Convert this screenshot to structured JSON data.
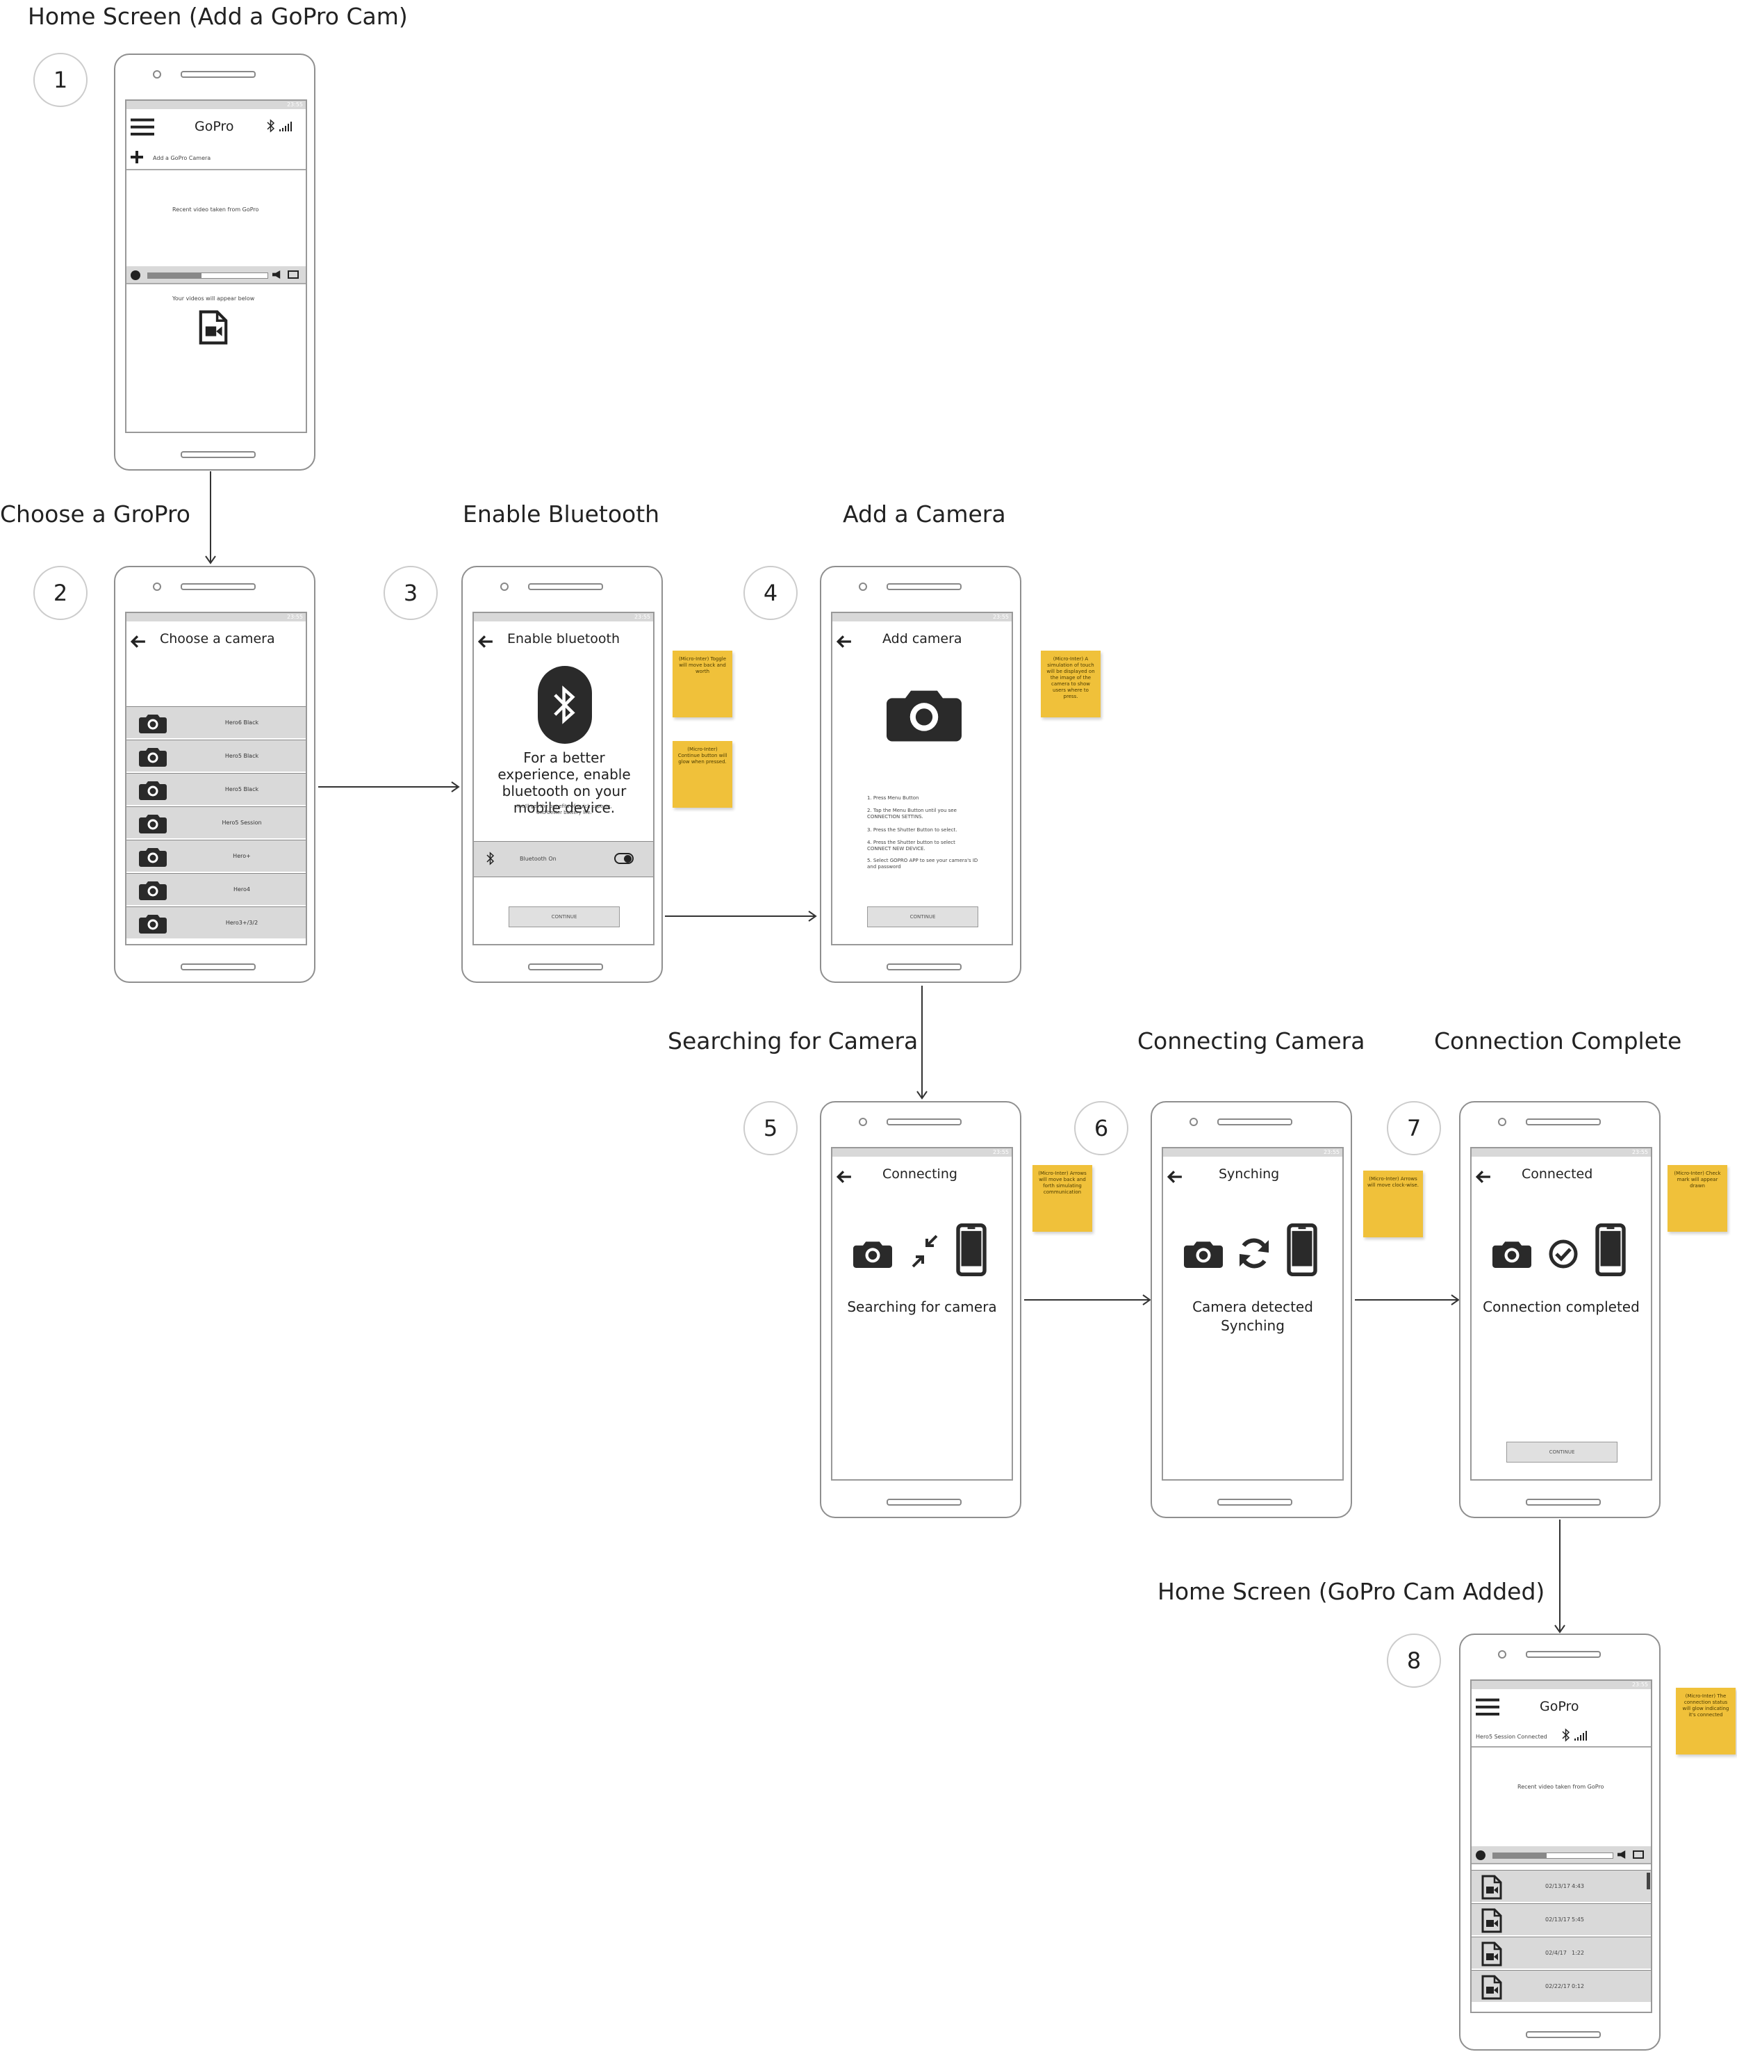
{
  "sections": {
    "s1": "Home Screen (Add a GoPro Cam)",
    "s2": "Choose a GroPro",
    "s3": "Enable Bluetooth",
    "s4": "Add a Camera",
    "s5": "Searching for Camera",
    "s6": "Connecting Camera",
    "s7": "Connection Complete",
    "s8": "Home Screen (GoPro Cam Added)"
  },
  "step_numbers": [
    "1",
    "2",
    "3",
    "4",
    "5",
    "6",
    "7",
    "8"
  ],
  "status_time": "23:55",
  "screen1": {
    "title": "GoPro",
    "add_label": "Add a GoPro Camera",
    "video_label": "Recent video taken from GoPro",
    "videos_note": "Your videos will appear below"
  },
  "screen2": {
    "title": "Choose a camera",
    "cameras": [
      "Hero6 Black",
      "Hero5 Black",
      "Hero5 Black",
      "Hero5 Session",
      "Hero+",
      "Hero4",
      "Hero3+/3/2"
    ]
  },
  "screen3": {
    "title": "Enable bluetooth",
    "message": "For a better experience, enable bluetooth on your mobile device.",
    "sub_message": "You'll get the benefits of quick capture, and better battery life.",
    "toggle_label": "Bluetooth On",
    "continue_label": "CONTINUE"
  },
  "screen4": {
    "title": "Add camera",
    "steps": [
      "1. Press Menu Button",
      "2. Tap the Menu Button until you see CONNECTION SETTINS.",
      "3. Press the Shutter Button to select.",
      "4. Press the Shutter button to select CONNECT NEW DEVICE.",
      "5. Select GOPRO APP to see your camera's ID and password"
    ],
    "continue_label": "CONTINUE"
  },
  "screen5": {
    "title": "Connecting",
    "status": "Searching for camera"
  },
  "screen6": {
    "title": "Synching",
    "status_line1": "Camera detected",
    "status_line2": "Synching"
  },
  "screen7": {
    "title": "Connected",
    "status": "Connection completed",
    "continue_label": "CONTINUE"
  },
  "screen8": {
    "title": "GoPro",
    "connected_label": "Hero5 Session Connected",
    "video_label": "Recent video taken from GoPro",
    "videos": [
      {
        "date": "02/13/17",
        "time": "4:43"
      },
      {
        "date": "02/13/17",
        "time": "5:45"
      },
      {
        "date": "02/4/17",
        "time": "1:22"
      },
      {
        "date": "02/22/17",
        "time": "0:12"
      }
    ]
  },
  "notes": {
    "n3a": "(Micro-Inter) Toggle will move back and worth",
    "n3b": "(Micro-Inter) Continue button will glow when pressed.",
    "n4": "(Micro-Inter) A simulation of touch will be displayed on the image of the camera to show users where to press.",
    "n5": "(Micro-Inter) Arrows will move back and forth simulating communication",
    "n6": "(Micro-Inter) Arrows will move clock-wise.",
    "n7": "(Micro-Inter) Check mark will appear drawn",
    "n8": "(Micro-Inter) The connection status will glow indicating it's connected"
  }
}
